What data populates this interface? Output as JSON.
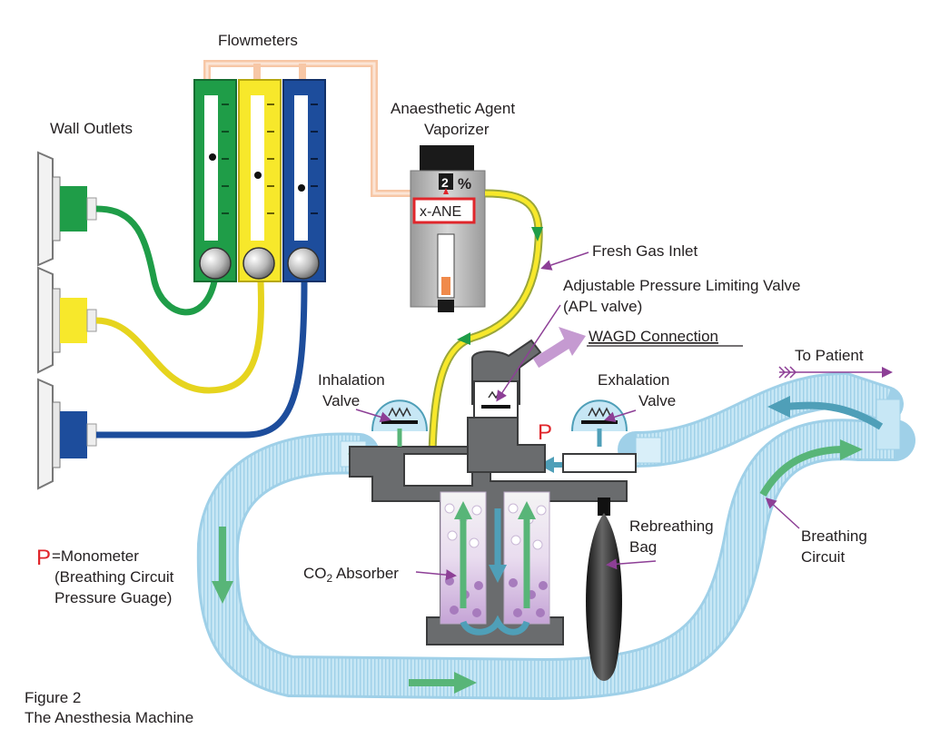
{
  "labels": {
    "flowmeters": "Flowmeters",
    "wall_outlets": "Wall Outlets",
    "vaporizer_line1": "Anaesthetic Agent",
    "vaporizer_line2": "Vaporizer",
    "vaporizer_dial_value": "2",
    "vaporizer_dial_unit": "%",
    "vaporizer_agent": "x-ANE",
    "fresh_gas_inlet": "Fresh Gas Inlet",
    "apl_line1": "Adjustable Pressure Limiting Valve",
    "apl_line2": "(APL valve)",
    "wagd": "WAGD Connection",
    "to_patient": "To Patient",
    "inhalation_line1": "Inhalation",
    "inhalation_line2": "Valve",
    "exhalation_line1": "Exhalation",
    "exhalation_line2": "Valve",
    "pressure_marker": "P",
    "rebreathing_line1": "Rebreathing",
    "rebreathing_line2": "Bag",
    "breathing_circuit_line1": "Breathing",
    "breathing_circuit_line2": "Circuit",
    "co2_prefix": "CO",
    "co2_sub": "2",
    "co2_suffix": " Absorber",
    "legend_p": "P",
    "legend_line1": "=Monometer",
    "legend_line2": "(Breathing Circuit",
    "legend_line3": "Pressure Guage)",
    "figure_number": "Figure 2",
    "figure_title": "The Anesthesia Machine"
  },
  "colors": {
    "green": "#1f9d48",
    "yellow": "#f7e82b",
    "blue": "#1d4d9c",
    "orange_pipe": "#f7c7a6",
    "tube_light": "#bfe3f3",
    "arrow_teal": "#4f9fb8",
    "arrow_green": "#58b578",
    "purple": "#8d3f96",
    "red": "#e0262b",
    "grey_body": "#5d5f61"
  }
}
